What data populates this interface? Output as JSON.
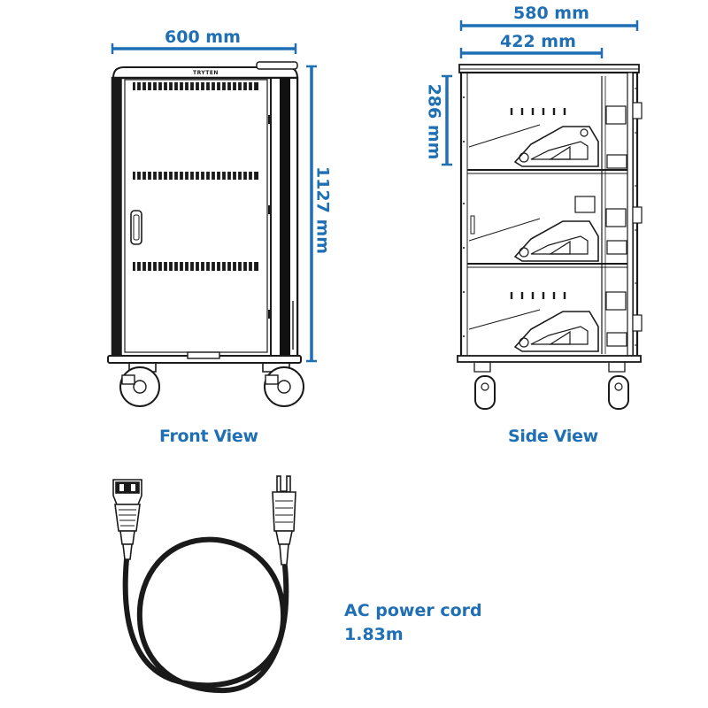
{
  "dimensions": {
    "front_width": "600 mm",
    "side_width": "580 mm",
    "side_inner_width": "422 mm",
    "height": "1127 mm",
    "shelf_height": "286 mm"
  },
  "views": {
    "front": "Front View",
    "side": "Side View"
  },
  "cord": {
    "title": "AC power cord",
    "length": "1.83m"
  },
  "brand": "TRYTEN",
  "colors": {
    "accent": "#1f6fb5",
    "line": "#1a1a1a",
    "cord": "#222222"
  }
}
